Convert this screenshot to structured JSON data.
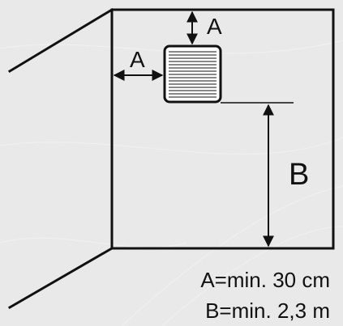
{
  "labels": {
    "top_gap": "A",
    "side_gap": "A",
    "height": "B"
  },
  "legend": {
    "a_line": "A=min. 30 cm",
    "b_line": "B=min. 2,3 m"
  },
  "colors": {
    "background": "#e9e9e9",
    "line": "#111111",
    "unit_fill": "#ffffff"
  }
}
